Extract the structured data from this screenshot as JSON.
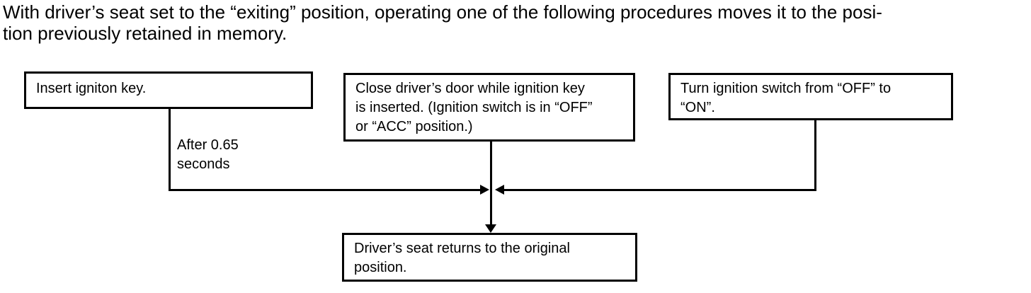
{
  "page": {
    "intro_lines": [
      "With driver’s seat set to the “exiting” position, operating one of the following procedures moves it to the posi-",
      "tion previously retained in memory."
    ]
  },
  "flowchart": {
    "trigger_boxes": [
      {
        "id": "insert-key",
        "lines": [
          "Insert igniton key."
        ]
      },
      {
        "id": "close-door",
        "lines": [
          "Close driver’s door while ignition key",
          "is inserted. (Ignition switch is in “OFF”",
          "or “ACC” position.)"
        ]
      },
      {
        "id": "turn-switch",
        "lines": [
          "Turn ignition switch from “OFF” to",
          "“ON”."
        ]
      }
    ],
    "delay_label_lines": [
      "After 0.65",
      "seconds"
    ],
    "result_box": {
      "lines": [
        "Driver’s seat returns to the original",
        "position."
      ]
    }
  },
  "colors": {
    "background": "#ffffff",
    "text": "#000000",
    "line": "#000000"
  }
}
